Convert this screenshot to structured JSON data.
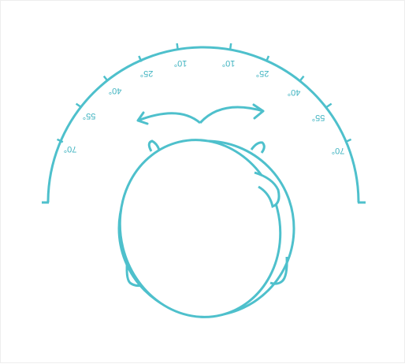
{
  "colors": {
    "stroke": "#4ec0cc",
    "text": "#3fb3c0",
    "background": "#ffffff"
  },
  "scale": {
    "left_labels": [
      "70°",
      "55°",
      "40°",
      "25°",
      "10°"
    ],
    "right_labels": [
      "10°",
      "25°",
      "40°",
      "55°",
      "70°"
    ]
  },
  "icons": {
    "rotation_arrow": "double-headed-curved-arrow-icon",
    "head": "head-top-view-icon"
  }
}
